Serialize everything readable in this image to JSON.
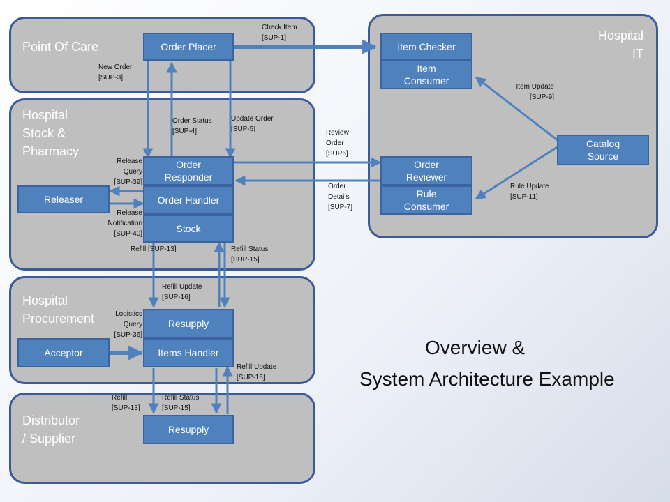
{
  "zones": {
    "point_of_care": "Point Of Care",
    "stock_pharmacy": "Hospital\nStock &\nPharmacy",
    "procurement": "Hospital\nProcurement",
    "distributor": "Distributor\n/ Supplier",
    "hospital_it": "Hospital\nIT"
  },
  "nodes": {
    "order_placer": "Order Placer",
    "order_responder": "Order\nResponder",
    "order_handler": "Order Handler",
    "stock": "Stock",
    "releaser": "Releaser",
    "resupply_procurement": "Resupply",
    "items_handler": "Items Handler",
    "acceptor": "Acceptor",
    "resupply_distributor": "Resupply",
    "item_checker": "Item Checker",
    "item_consumer": "Item\nConsumer",
    "order_reviewer": "Order\nReviewer",
    "rule_consumer": "Rule\nConsumer",
    "catalog_source": "Catalog\nSource"
  },
  "labels": {
    "check_item": "Check Item\n[SUP-1]",
    "new_order": "New Order\n[SUP-3]",
    "order_status": "Order Status\n[SUP-4]",
    "update_order": "Update Order\n[SUP-5]",
    "review_order": "Review\nOrder\n[SUP6]",
    "order_details": "Order\nDetails\n[SUP-7]",
    "item_update": "Item Update\n[SUP-9]",
    "rule_update": "Rule Update\n[SUP-11]",
    "release_query": "Release\nQuery\n[SUP-39]",
    "release_notification": "Release\nNotification\n[SUP-40]",
    "refill_sup13_top": "Refill  [SUP-13]",
    "refill_status_top": "Refill Status\n[SUP-15]",
    "refill_update_top": "Refill Update\n[SUP-16]",
    "logistics_query": "Logistics\nQuery\n[SUP-36]",
    "refill_update_bottom": "Refill Update\n[SUP-16]",
    "refill_bottom": "Refill\n[SUP-13]",
    "refill_status_bottom": "Refill Status\n[SUP-15]"
  },
  "title": {
    "line1": "Overview &",
    "line2": "System Architecture  Example"
  },
  "colors": {
    "zone_fill": "#bfbfbf",
    "zone_border": "#3b5a9a",
    "node_fill": "#4f81bd",
    "arrow": "#4f81bd",
    "text_white": "#ffffff"
  }
}
